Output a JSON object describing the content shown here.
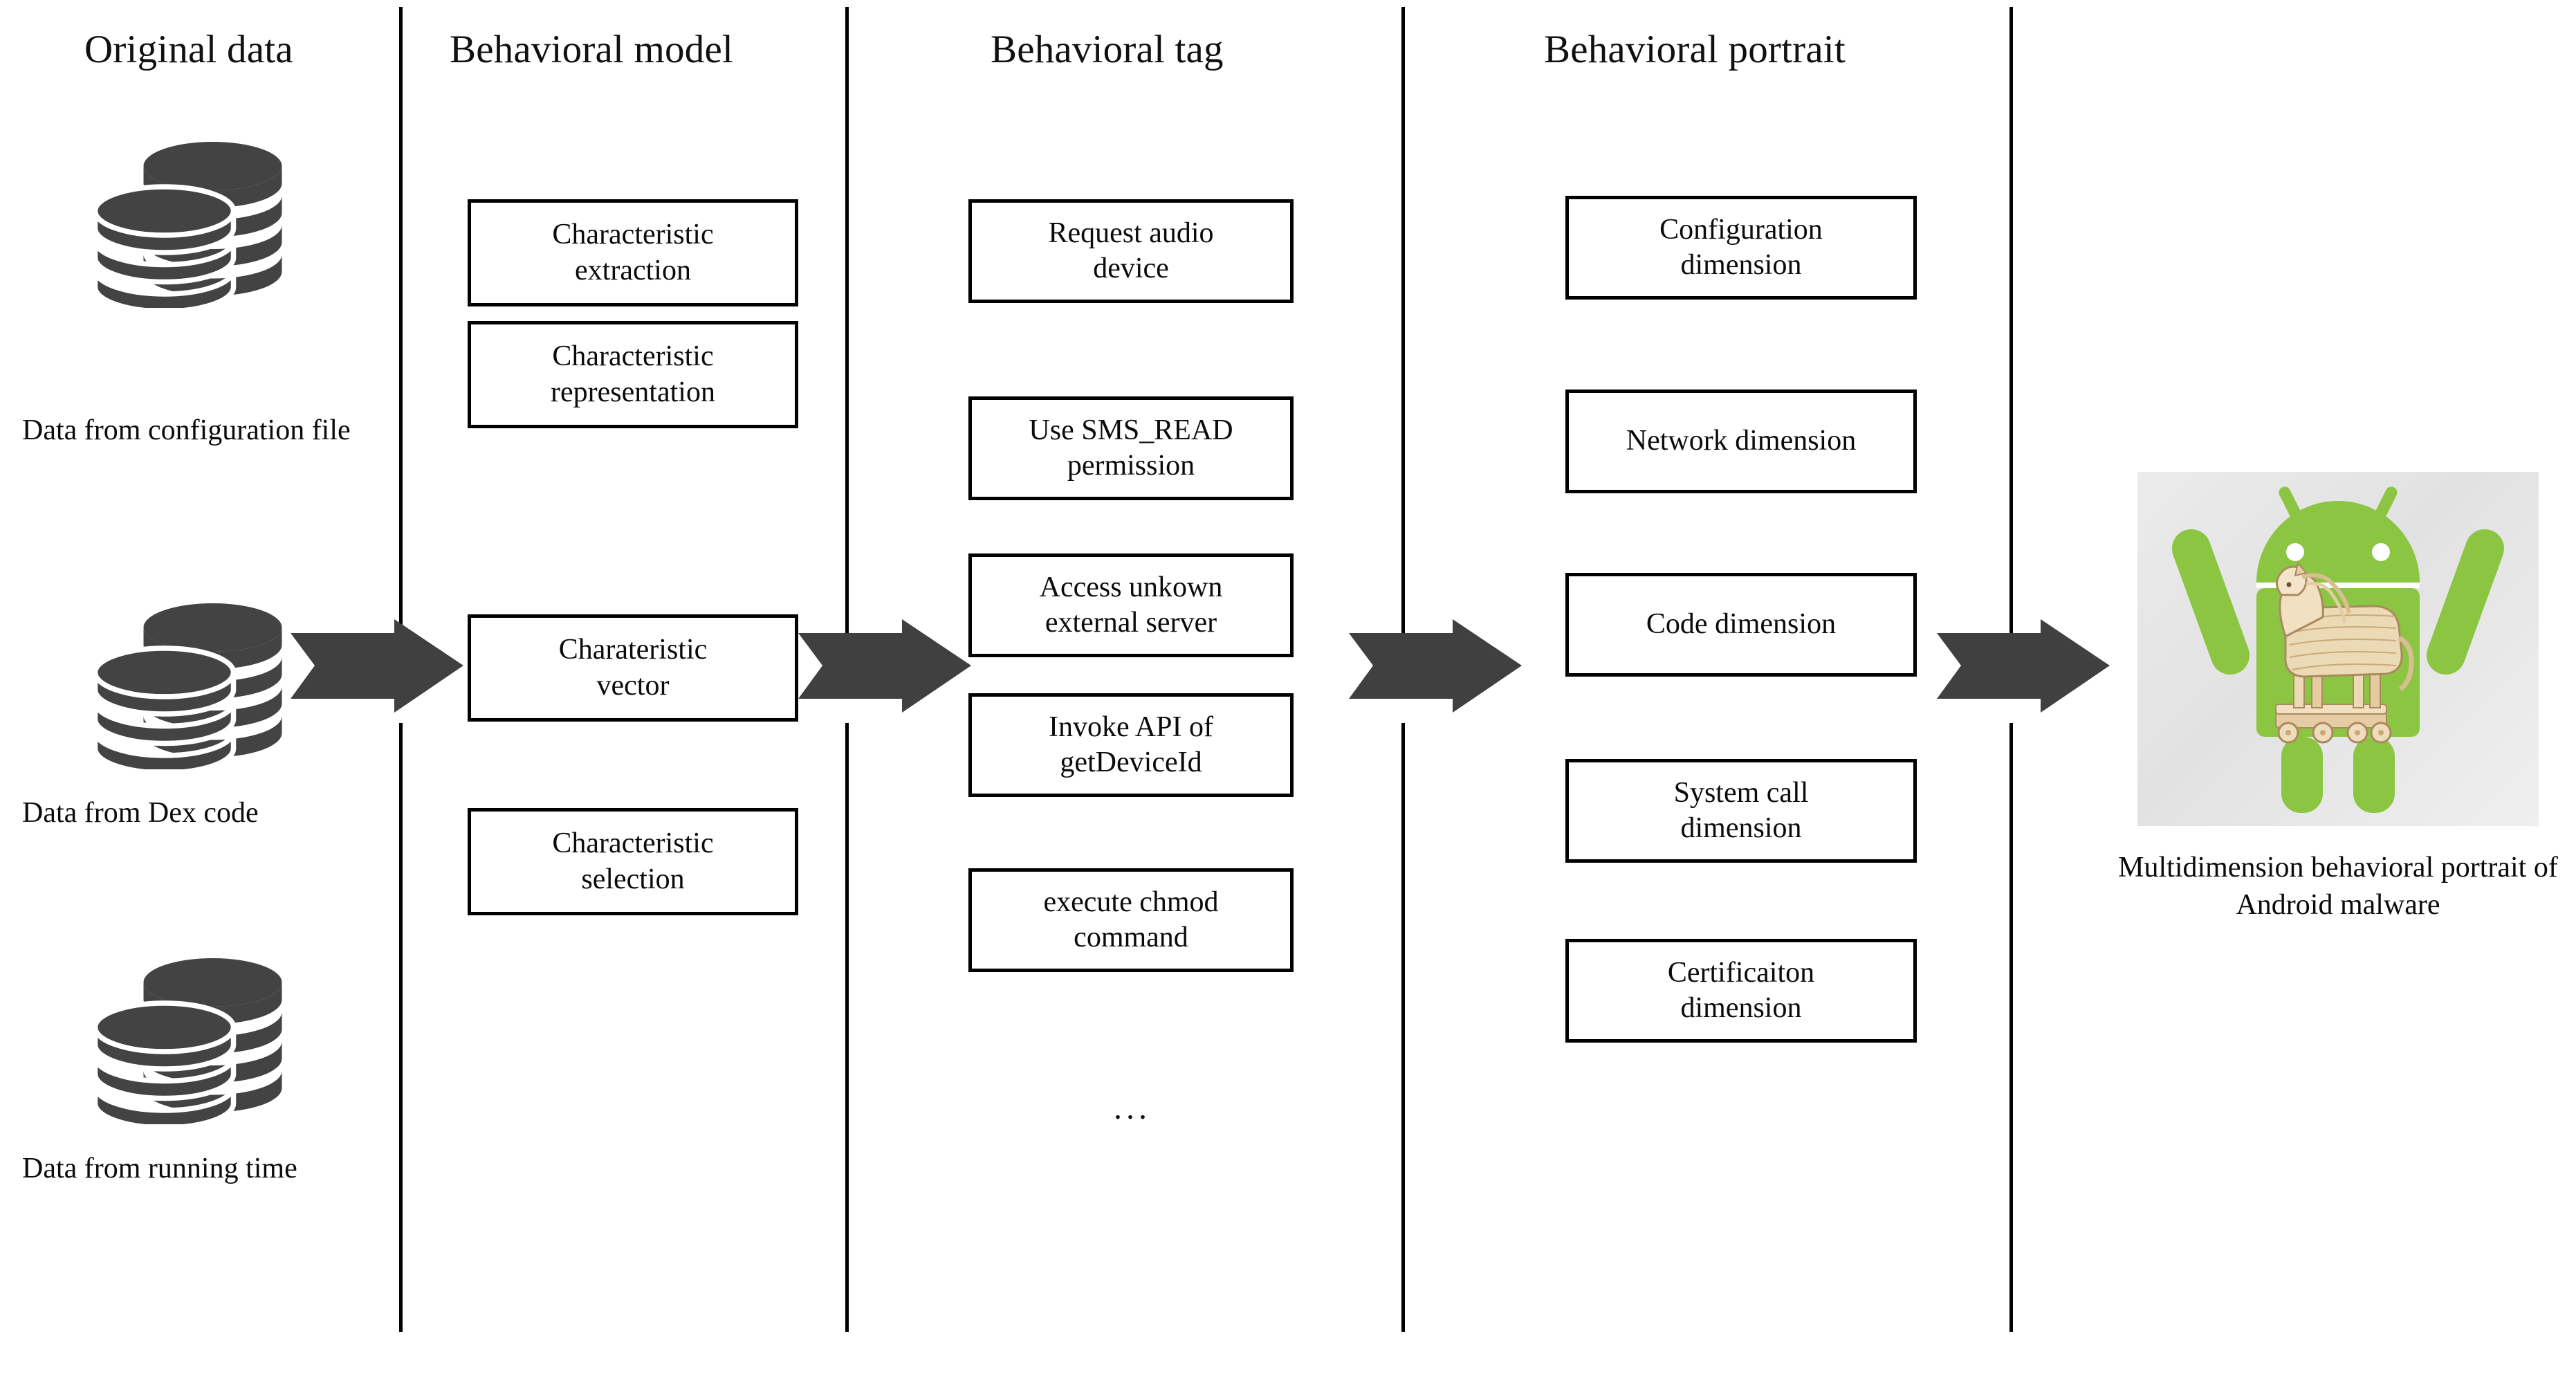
{
  "columns": [
    {
      "id": "original-data",
      "title": "Original data"
    },
    {
      "id": "behavioral-model",
      "title": "Behavioral model"
    },
    {
      "id": "behavioral-tag",
      "title": "Behavioral tag"
    },
    {
      "id": "behavioral-portrait",
      "title": "Behavioral portrait"
    }
  ],
  "original_data": {
    "sources": [
      {
        "icon": "database-stack-icon",
        "label": "Data from\nconfiguration file",
        "label_line1": "Data from",
        "label_line2": "configuration file"
      },
      {
        "icon": "database-stack-icon",
        "label": "Data from Dex code",
        "label_line1": "Data from Dex code",
        "label_line2": ""
      },
      {
        "icon": "database-stack-icon",
        "label": "Data from running time",
        "label_line1": "Data from running time",
        "label_line2": ""
      }
    ]
  },
  "behavioral_model": {
    "boxes": [
      {
        "line1": "Characteristic",
        "line2": "extraction"
      },
      {
        "line1": "Characteristic",
        "line2": "representation"
      },
      {
        "line1": "Charateristic",
        "line2": "vector"
      },
      {
        "line1": "Characteristic",
        "line2": "selection"
      }
    ]
  },
  "behavioral_tag": {
    "boxes": [
      {
        "line1": "Request audio",
        "line2": "device"
      },
      {
        "line1": "Use SMS_READ",
        "line2": "permission"
      },
      {
        "line1": "Access unkown",
        "line2": "external server"
      },
      {
        "line1": "Invoke API of",
        "line2": "getDeviceId"
      },
      {
        "line1": "execute chmod",
        "line2": "command"
      }
    ],
    "ellipsis": "..."
  },
  "behavioral_portrait": {
    "boxes": [
      {
        "line1": "Configuration",
        "line2": "dimension"
      },
      {
        "line1": "Network dimension",
        "line2": ""
      },
      {
        "line1": "Code dimension",
        "line2": ""
      },
      {
        "line1": "System call",
        "line2": "dimension"
      },
      {
        "line1": "Certificaiton",
        "line2": "dimension"
      }
    ]
  },
  "result": {
    "image_name": "android-trojan-horse-image",
    "caption_line1": "Multidimension behavioral",
    "caption_line2": "portrait of Android malware"
  },
  "arrows": [
    {
      "name": "arrow-data-to-model"
    },
    {
      "name": "arrow-model-to-tag"
    },
    {
      "name": "arrow-tag-to-portrait"
    },
    {
      "name": "arrow-portrait-to-result"
    }
  ],
  "colors": {
    "arrow_fill": "#404040",
    "box_border": "#000000",
    "divider": "#000000",
    "android_green": "#8cc541",
    "trojan_wood": "#e8cfa8",
    "background": "#ffffff"
  }
}
